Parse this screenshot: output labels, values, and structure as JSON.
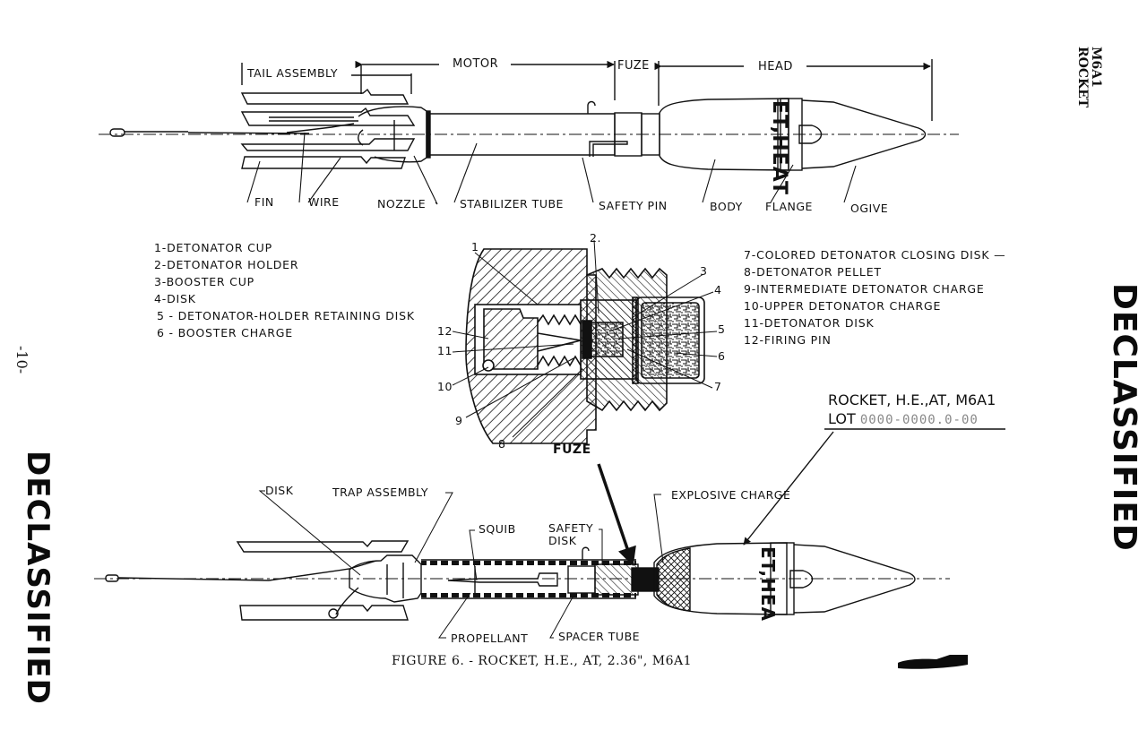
{
  "page": {
    "number": "-10-",
    "side_heading": [
      "M6A1",
      "ROCKET"
    ],
    "stamp_left": "DECLASSIFIED",
    "stamp_right": "DECLASSIFIED",
    "caption": "FIGURE 6. - ROCKET, H.E., AT, 2.36\", M6A1"
  },
  "top_view": {
    "sections": [
      "TAIL ASSEMBLY",
      "MOTOR",
      "FUZE",
      "HEAD"
    ],
    "callouts": [
      "FIN",
      "WIRE",
      "NOZZLE",
      "STABILIZER TUBE",
      "SAFETY PIN",
      "BODY",
      "FLANGE",
      "OGIVE"
    ],
    "body_marking": "ET,HEAT"
  },
  "fuze_detail": {
    "title": "FUZE",
    "legend_left": [
      "1-DETONATOR CUP",
      "2-DETONATOR HOLDER",
      "3-BOOSTER CUP",
      "4-DISK",
      "5 - DETONATOR-HOLDER RETAINING DISK",
      "6 - BOOSTER CHARGE"
    ],
    "legend_right": [
      "7-COLORED DETONATOR CLOSING DISK —",
      "8-DETONATOR PELLET",
      "9-INTERMEDIATE DETONATOR CHARGE",
      "10-UPPER DETONATOR CHARGE",
      "11-DETONATOR DISK",
      "12-FIRING PIN"
    ],
    "numbers": [
      "1",
      "2.",
      "3",
      "4",
      "5",
      "6",
      "7",
      "8",
      "9",
      "10",
      "11",
      "12"
    ]
  },
  "marking_box": {
    "line1": "ROCKET, H.E.,AT, M6A1",
    "line2_prefix": "LOT",
    "line2_code": "0000-0000.0-00"
  },
  "section_view": {
    "callouts": [
      "DISK",
      "TRAP ASSEMBLY",
      "SQUIB",
      "SAFETY",
      "DISK",
      "EXPLOSIVE CHARGE",
      "PROPELLANT",
      "SPACER TUBE"
    ],
    "body_marking": "ET,HEA"
  }
}
